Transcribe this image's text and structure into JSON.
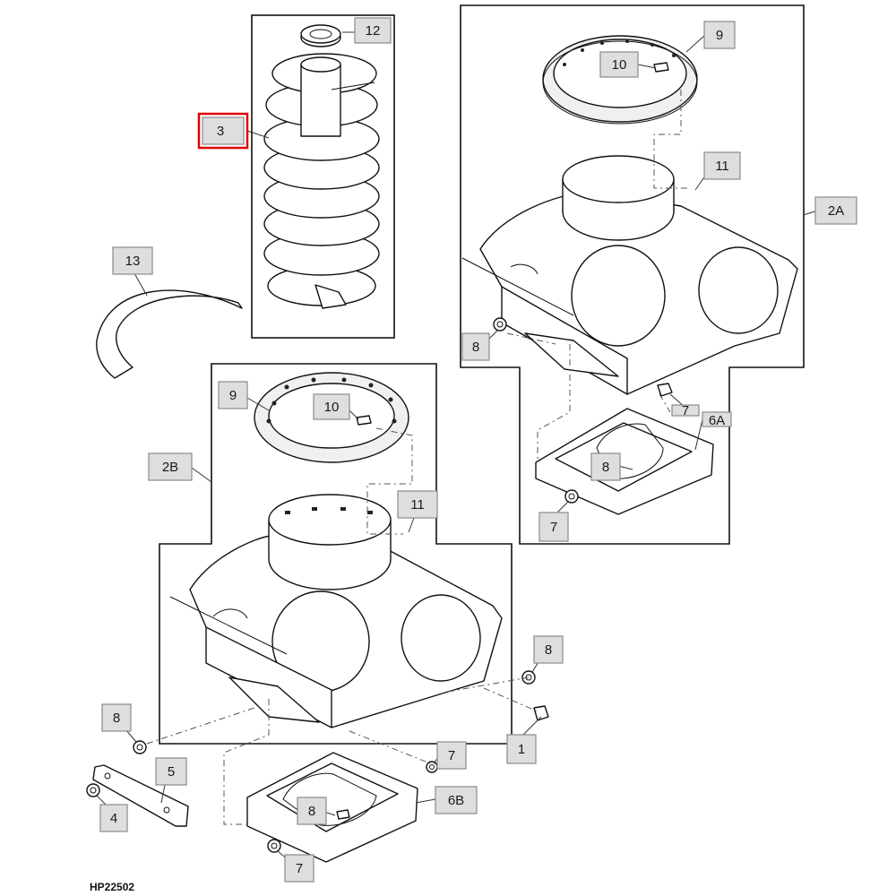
{
  "figure_id": "HP22502",
  "highlighted_callout": "3",
  "highlight_color": "#e00000",
  "callouts": {
    "c12": "12",
    "c3": "3",
    "c13": "13",
    "c9a": "9",
    "c10a": "10",
    "c11a": "11",
    "c2a": "2A",
    "c8a": "8",
    "c7a": "7",
    "c6a": "6A",
    "c8b": "8",
    "c7b": "7",
    "c9b": "9",
    "c10b": "10",
    "c2b": "2B",
    "c11b": "11",
    "c8c": "8",
    "c8d": "8",
    "c1": "1",
    "c7c": "7",
    "c5": "5",
    "c4": "4",
    "c6b": "6B",
    "c8e": "8",
    "c7d": "7"
  }
}
